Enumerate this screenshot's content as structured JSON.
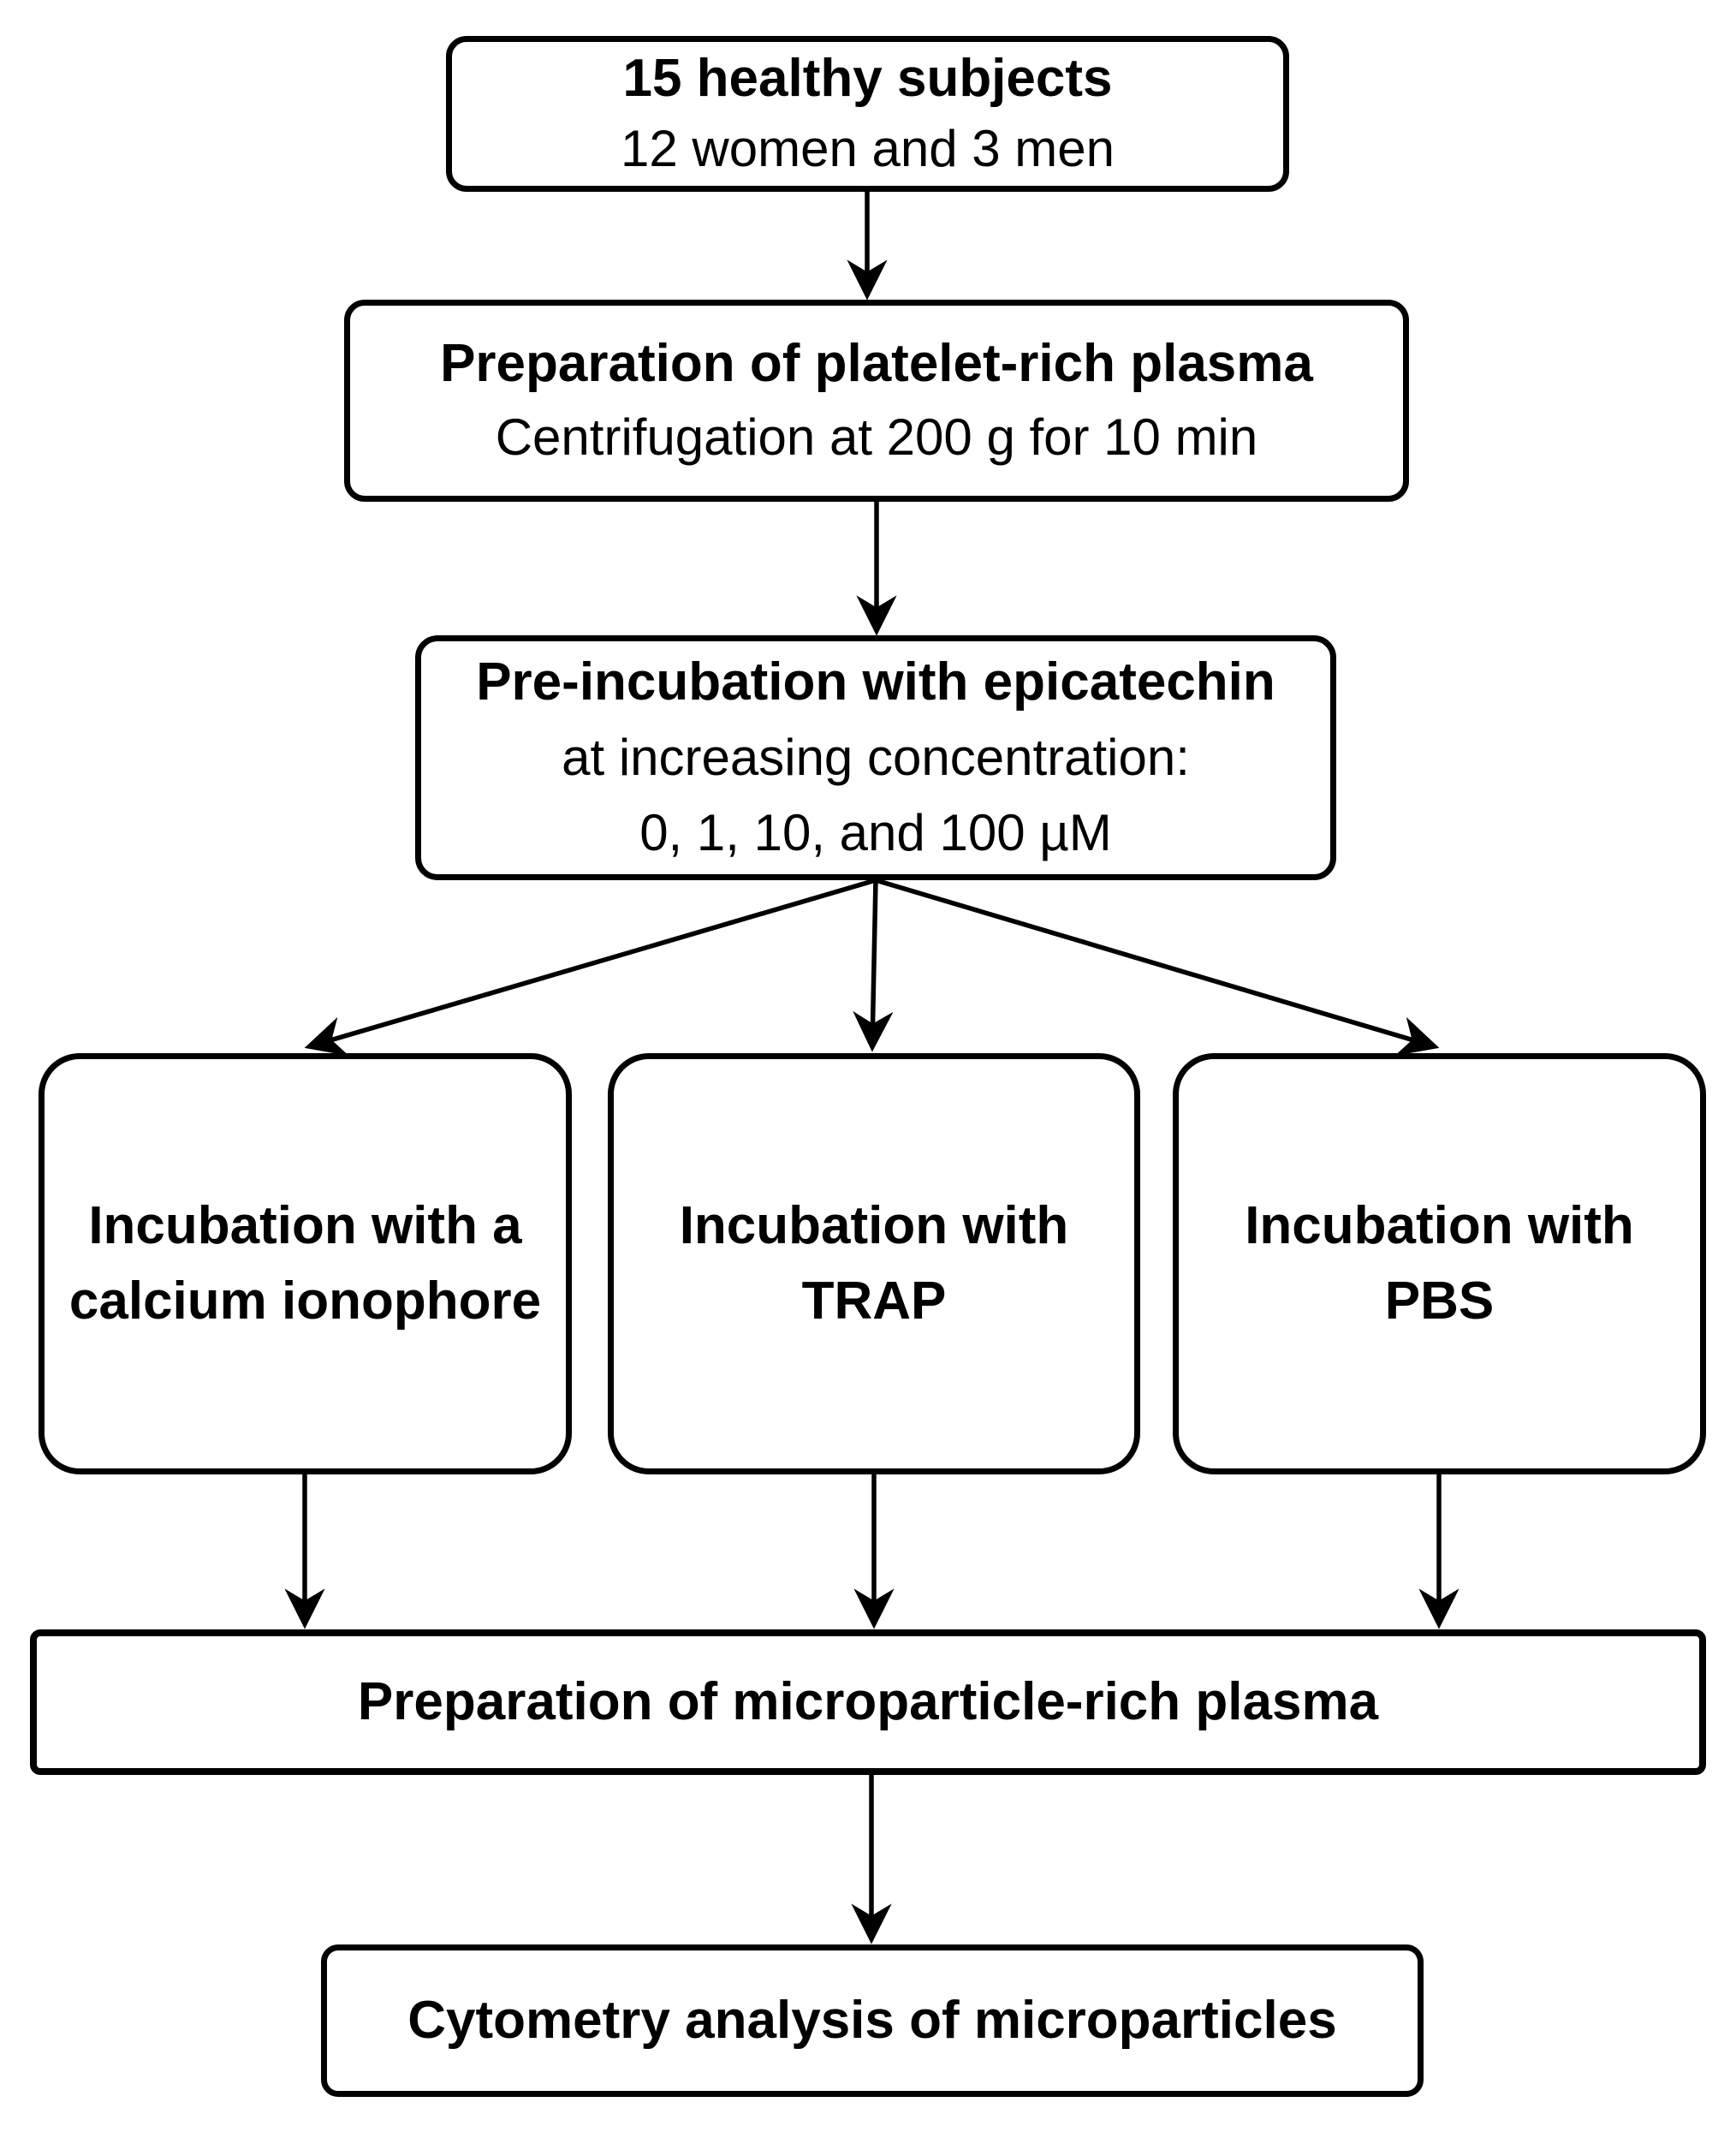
{
  "nodes": {
    "subjects": {
      "lines": [
        "15 healthy subjects",
        "12 women and 3 men"
      ]
    },
    "prp": {
      "lines": [
        "Preparation of platelet-rich plasma",
        "Centrifugation at 200 g for 10 min"
      ]
    },
    "preincubation": {
      "lines": [
        "Pre-incubation with epicatechin",
        "at increasing concentration:",
        "0, 1, 10, and 100 µM"
      ]
    },
    "ionophore": {
      "lines": [
        "Incubation with a",
        "calcium ionophore"
      ]
    },
    "trap": {
      "lines": [
        "Incubation with",
        "TRAP"
      ]
    },
    "pbs": {
      "lines": [
        "Incubation with",
        "PBS"
      ]
    },
    "mrp": {
      "lines": [
        "Preparation of microparticle-rich plasma"
      ]
    },
    "cytometry": {
      "lines": [
        "Cytometry analysis of microparticles"
      ]
    }
  },
  "edges": [
    {
      "from": "subjects",
      "to": "prp"
    },
    {
      "from": "prp",
      "to": "preincubation"
    },
    {
      "from": "preincubation",
      "to": "ionophore"
    },
    {
      "from": "preincubation",
      "to": "trap"
    },
    {
      "from": "preincubation",
      "to": "pbs"
    },
    {
      "from": "ionophore",
      "to": "mrp"
    },
    {
      "from": "trap",
      "to": "mrp"
    },
    {
      "from": "pbs",
      "to": "mrp"
    },
    {
      "from": "mrp",
      "to": "cytometry"
    }
  ],
  "colors": {
    "line": "#000000",
    "text": "#000000",
    "box_background": "#ffffff",
    "page_background": "#ffffff"
  }
}
